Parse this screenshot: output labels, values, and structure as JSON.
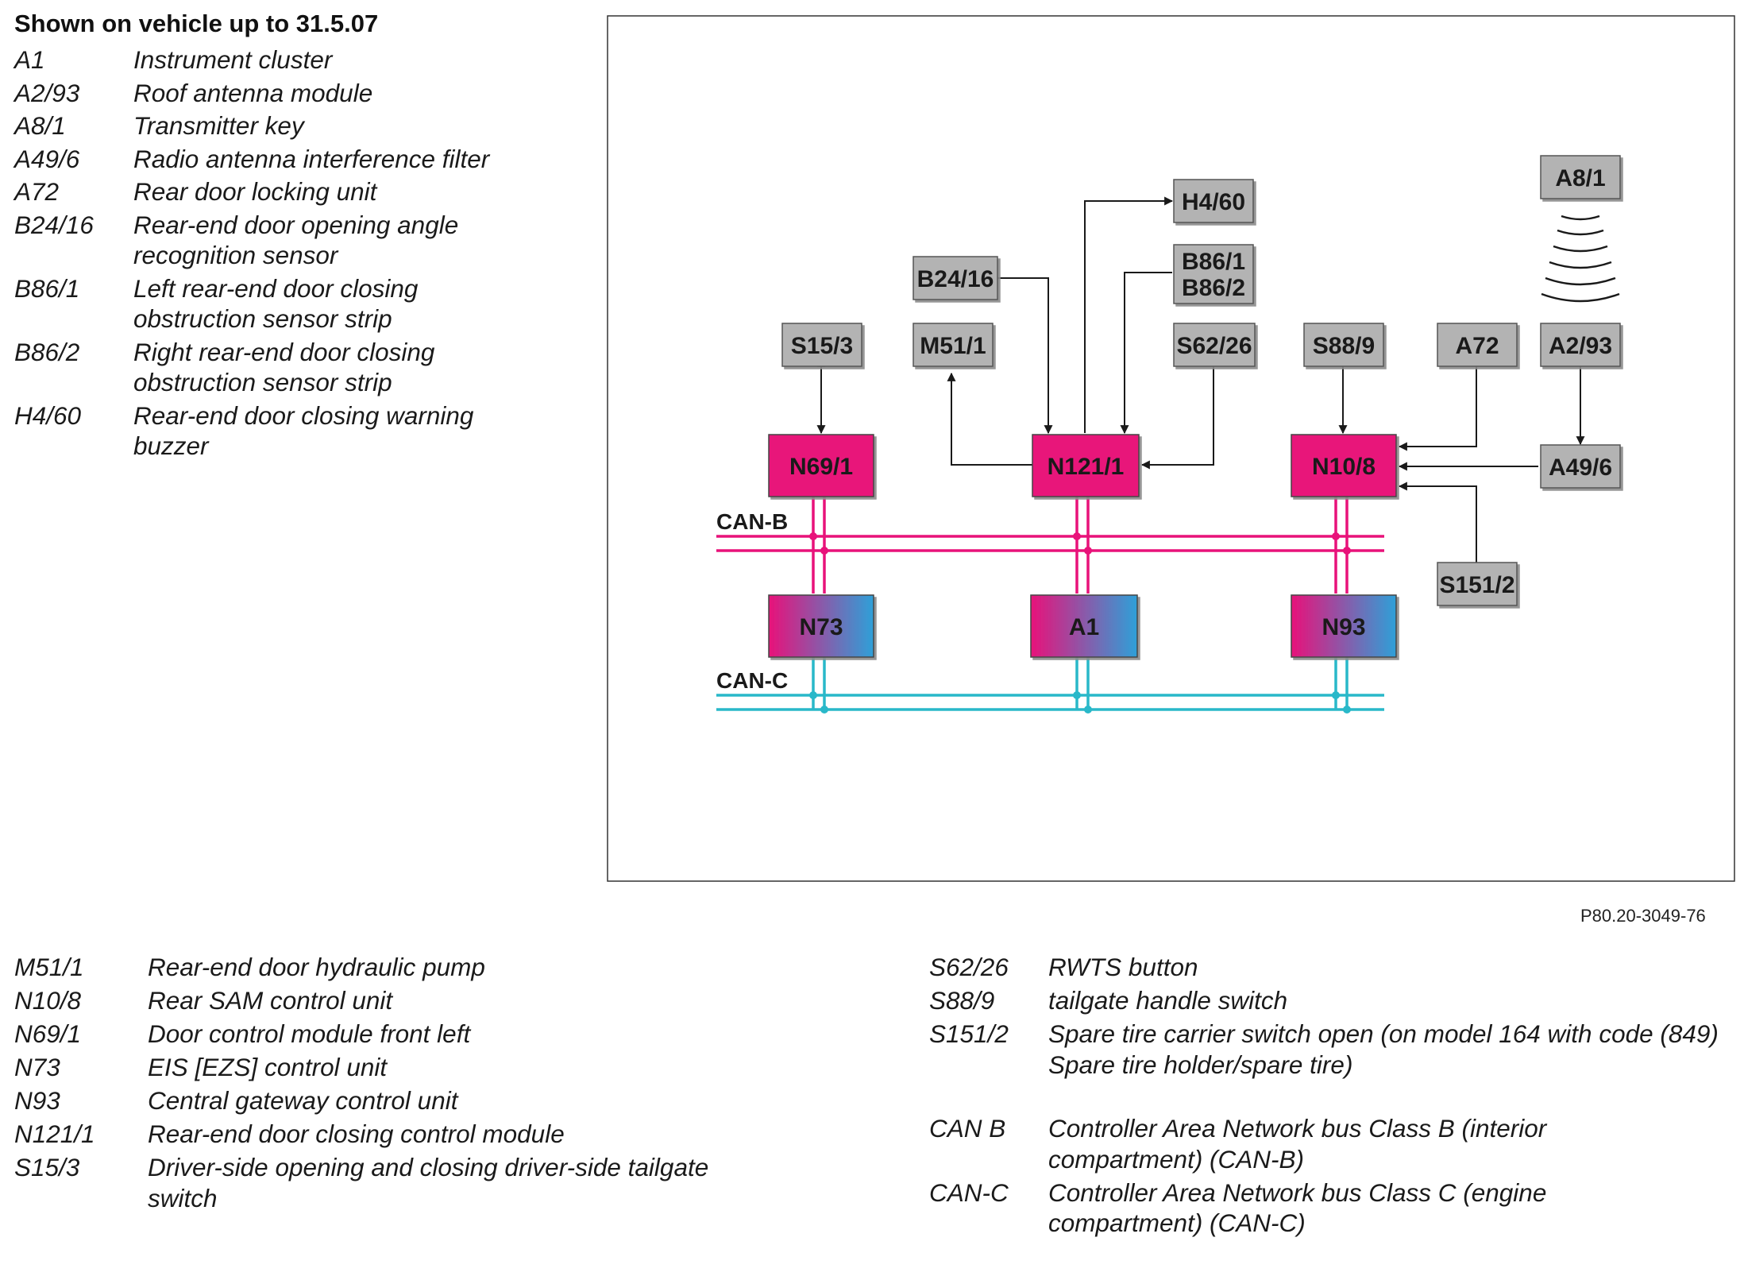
{
  "heading": "Shown on vehicle up to 31.5.07",
  "legend_top": [
    {
      "code": "A1",
      "desc": "Instrument cluster"
    },
    {
      "code": "A2/93",
      "desc": "Roof antenna module"
    },
    {
      "code": "A8/1",
      "desc": "Transmitter key"
    },
    {
      "code": "A49/6",
      "desc": "Radio antenna interference filter"
    },
    {
      "code": "A72",
      "desc": "Rear door locking unit"
    },
    {
      "code": "B24/16",
      "desc": "Rear-end door opening angle recognition sensor"
    },
    {
      "code": "B86/1",
      "desc": "Left rear-end door closing obstruction sensor strip"
    },
    {
      "code": "B86/2",
      "desc": "Right rear-end door closing obstruction sensor strip"
    },
    {
      "code": "H4/60",
      "desc": "Rear-end door closing warning buzzer"
    }
  ],
  "legend_bottom_left": [
    {
      "code": "M51/1",
      "desc": "Rear-end door hydraulic pump"
    },
    {
      "code": "N10/8",
      "desc": "Rear SAM control unit"
    },
    {
      "code": "N69/1",
      "desc": "Door control module front left"
    },
    {
      "code": "N73",
      "desc": "EIS [EZS] control unit"
    },
    {
      "code": "N93",
      "desc": "Central gateway control unit"
    },
    {
      "code": "N121/1",
      "desc": "Rear-end door closing control module"
    },
    {
      "code": "S15/3",
      "desc": "Driver-side opening and closing driver-side tailgate switch"
    }
  ],
  "legend_bottom_right": [
    {
      "code": "S62/26",
      "desc": "RWTS button"
    },
    {
      "code": "S88/9",
      "desc": "tailgate handle switch"
    },
    {
      "code": "S151/2",
      "desc": "Spare tire carrier switch open (on model 164 with code (849) Spare tire holder/spare tire)"
    },
    {
      "code": "CAN B",
      "desc": "Controller Area Network bus Class B (interior compartment) (CAN-B)"
    },
    {
      "code": "CAN-C",
      "desc": "Controller Area Network bus Class C (engine compartment) (CAN-C)"
    }
  ],
  "figure_ref": "P80.20-3049-76",
  "diagram": {
    "boxes": {
      "S15_3": "S15/3",
      "M51_1": "M51/1",
      "B24_16": "B24/16",
      "H4_60": "H4/60",
      "B86_12_line1": "B86/1",
      "B86_12_line2": "B86/2",
      "S62_26": "S62/26",
      "S88_9": "S88/9",
      "A72": "A72",
      "A8_1": "A8/1",
      "A2_93": "A2/93",
      "A49_6": "A49/6",
      "S151_2": "S151/2",
      "N69_1": "N69/1",
      "N121_1": "N121/1",
      "N10_8": "N10/8",
      "N73": "N73",
      "A1": "A1",
      "N93": "N93"
    },
    "bus_labels": {
      "can_b": "CAN-B",
      "can_c": "CAN-C"
    },
    "colors": {
      "grey_box": "#b3b3b3",
      "magenta_box": "#e8127a",
      "gateway_gradient_start": "#e8127a",
      "gateway_gradient_end": "#2ea0d8",
      "can_b_line": "#e8127a",
      "can_c_line": "#29b8c9"
    }
  }
}
